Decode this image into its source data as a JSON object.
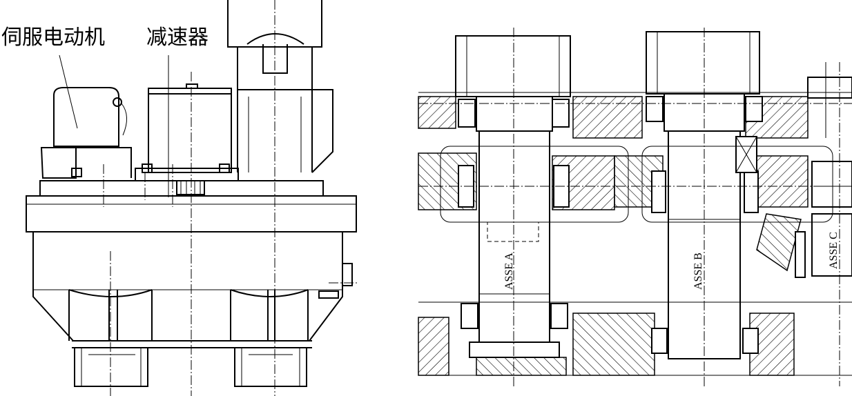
{
  "labels": {
    "servo_motor": "伺服电动机",
    "reducer": "减速器",
    "asse_a": "ASSE A",
    "asse_b": "ASSE B",
    "asse_c": "ASSE C"
  }
}
